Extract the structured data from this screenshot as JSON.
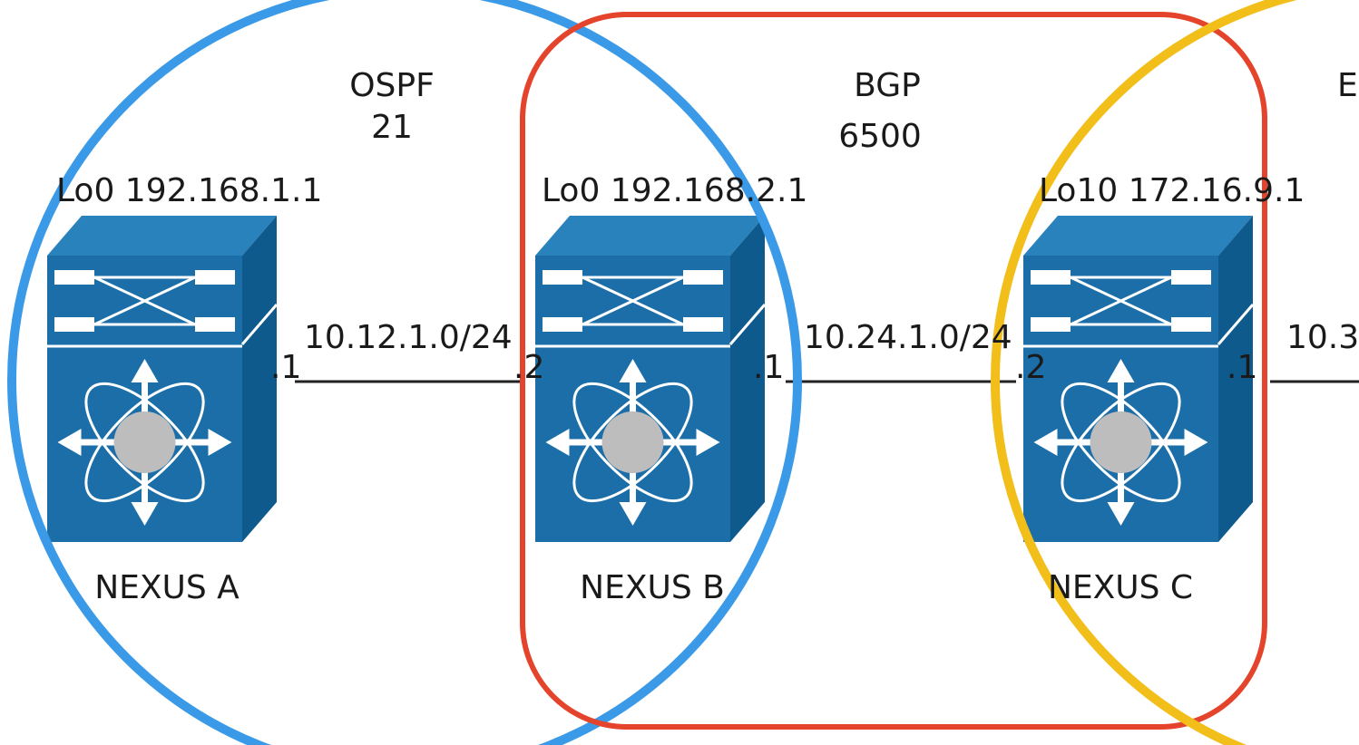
{
  "areas": {
    "ospf": {
      "line1": "OSPF",
      "line2": "21",
      "color": "#3b9ae8"
    },
    "bgp": {
      "line1": "BGP",
      "line2": "6500",
      "color": "#e5442c"
    },
    "third": {
      "line1": "E",
      "line2": "",
      "color": "#f2be1a"
    }
  },
  "switch_colors": {
    "face": "#1b6ea8",
    "side": "#0f5a8c",
    "top": "#2a82bd",
    "hub": "#bdbdbd"
  },
  "nodes": [
    {
      "name": "NEXUS A",
      "loopback": "Lo0 192.168.1.1"
    },
    {
      "name": "NEXUS B",
      "loopback": "Lo0 192.168.2.1"
    },
    {
      "name": "NEXUS C",
      "loopback": "Lo10 172.16.9.1"
    }
  ],
  "links": [
    {
      "subnet": "10.12.1.0/24",
      "left_host": ".1",
      "right_host": ".2"
    },
    {
      "subnet": "10.24.1.0/24",
      "left_host": ".1",
      "right_host": ".2"
    },
    {
      "subnet": "10.3",
      "left_host": ".1",
      "right_host": ""
    }
  ]
}
